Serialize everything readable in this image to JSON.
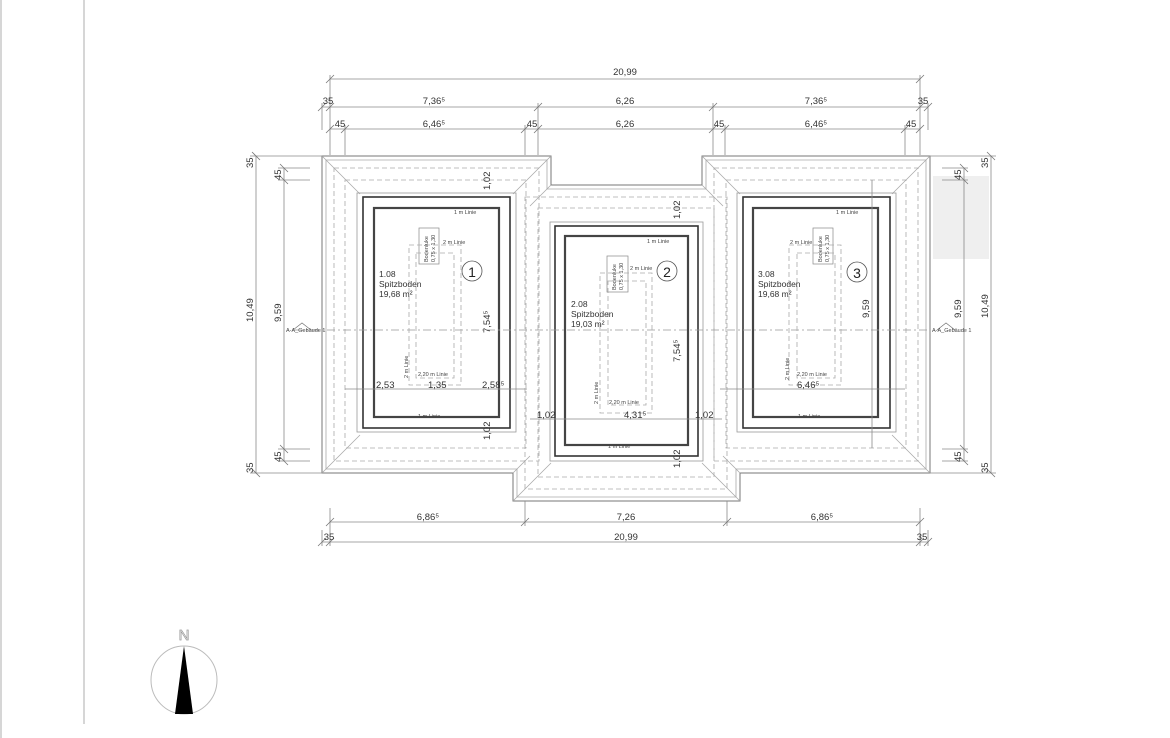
{
  "frame": {
    "left_border": true,
    "inner_border_x": 83
  },
  "dimensions": {
    "top": {
      "overall": "20,99",
      "row1": [
        "35",
        "7,36⁵",
        "6,26",
        "7,36⁵",
        "35"
      ],
      "row2": [
        "45",
        "6,46⁵",
        "45",
        "6,26",
        "45",
        "6,46⁵",
        "45"
      ]
    },
    "bottom": {
      "row1": [
        "6,86⁵",
        "7,26",
        "6,86⁵"
      ],
      "row2": [
        "35",
        "20,99",
        "35"
      ]
    },
    "left": {
      "outer": "10,49",
      "inner": "9,59",
      "top_small": [
        "35",
        "45"
      ],
      "bottom_small": [
        "45",
        "35"
      ]
    },
    "right": {
      "outer": "10,49",
      "inner": "9,59",
      "top_small": [
        "35",
        "45"
      ],
      "bottom_small": [
        "45",
        "35"
      ]
    }
  },
  "section_marker": {
    "left": "A-A_Gebäude 1",
    "right": "A-A_Gebäude 1"
  },
  "rooms": [
    {
      "number": "1",
      "code": "1.08",
      "name": "Spitzboden",
      "area": "19,68 m²",
      "hatch_label": "Bodenluke",
      "hatch_size": "0,75 x 1,30",
      "line_labels": {
        "top": "1 m Linie",
        "two_m": "2 m Linie",
        "two_m_side": "2 m Linie",
        "two20": "2,20 m Linie",
        "bottom": "1 m Linie"
      },
      "dims": {
        "height": "7,54⁵",
        "w_left": "2,53",
        "w_mid": "1,35",
        "w_right": "2,58⁵",
        "top_off": "1,02",
        "bot_off": "1,02"
      }
    },
    {
      "number": "2",
      "code": "2.08",
      "name": "Spitzboden",
      "area": "19,03 m²",
      "hatch_label": "Bodenluke",
      "hatch_size": "0,75 x 1,30",
      "line_labels": {
        "top": "1 m Linie",
        "two_m": "2 m Linie",
        "two_m_side": "2 m Linie",
        "two20": "2,20 m Linie",
        "bottom": "1 m Linie"
      },
      "dims": {
        "height": "7,54⁵",
        "w_mid": "4,31⁵",
        "left_off": "1,02",
        "right_off": "1,02",
        "top_off": "1,02",
        "bot_off": "1,02"
      }
    },
    {
      "number": "3",
      "code": "3.08",
      "name": "Spitzboden",
      "area": "19,68 m²",
      "hatch_label": "Bodenluke",
      "hatch_size": "0,75 x 1,30",
      "line_labels": {
        "top": "1 m Linie",
        "two_m": "2 m Linie",
        "two_m_side": "2 m Linie",
        "two20": "2,20 m Linie",
        "bottom": "1 m Linie"
      },
      "dims": {
        "height": "9,59",
        "w_mid": "6,46⁵"
      }
    }
  ],
  "north_arrow": {
    "label": "N"
  }
}
